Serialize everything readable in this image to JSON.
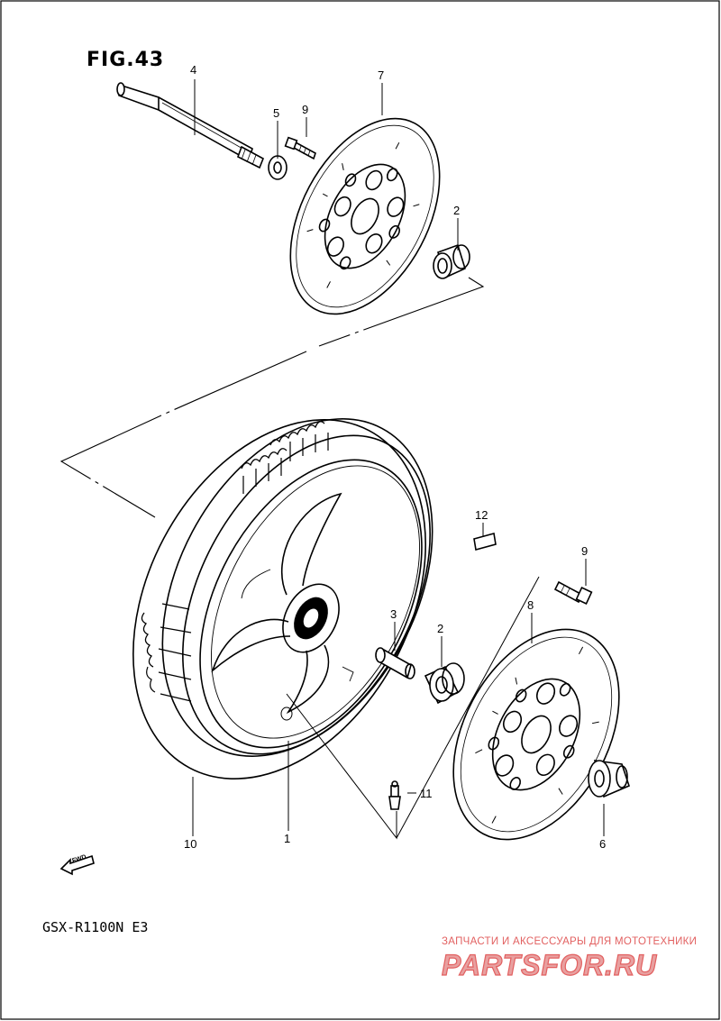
{
  "figure": {
    "title": "FIG.43",
    "model": "GSX-R1100N E3"
  },
  "callouts": {
    "c1": "1",
    "c2a": "2",
    "c2b": "2",
    "c3": "3",
    "c4": "4",
    "c5": "5",
    "c6": "6",
    "c7": "7",
    "c8": "8",
    "c9a": "9",
    "c9b": "9",
    "c10": "10",
    "c11": "11",
    "c12": "12"
  },
  "direction_arrow": {
    "label": "FWD",
    "icon": "forward-arrow-icon"
  },
  "watermark": {
    "tagline": "ЗАПЧАСТИ И АКСЕССУАРЫ ДЛЯ МОТОТЕХНИКИ",
    "logo": "PARTSFOR.RU",
    "color": "#e26060"
  }
}
